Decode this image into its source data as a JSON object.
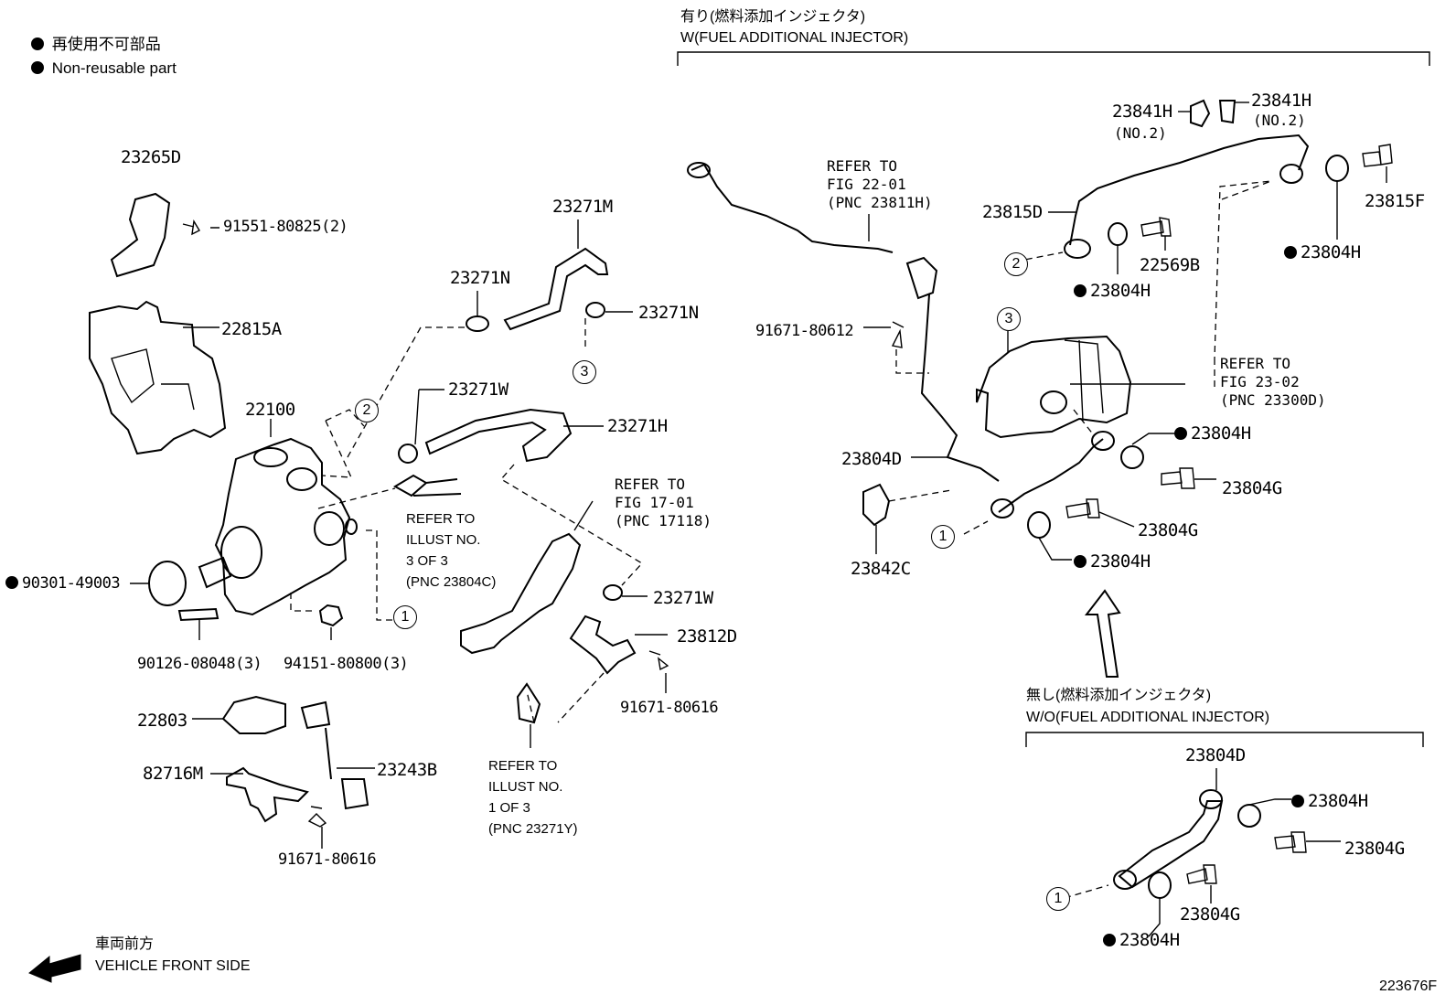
{
  "legend": {
    "jp": "再使用不可部品",
    "en": "Non-reusable part"
  },
  "with_injector": {
    "jp": "有り(燃料添加インジェクタ)",
    "en": "W(FUEL ADDITIONAL INJECTOR)"
  },
  "without_injector": {
    "jp": "無し(燃料添加インジェクタ)",
    "en": "W/O(FUEL ADDITIONAL INJECTOR)"
  },
  "front": {
    "jp": "車両前方",
    "en": "VEHICLE FRONT SIDE"
  },
  "figure_id": "223676F",
  "parts": {
    "p23265D": "23265D",
    "p91551": "91551-80825(2)",
    "p22815A": "22815A",
    "p22100": "22100",
    "p90301": "90301-49003",
    "p90126": "90126-08048(3)",
    "p94151": "94151-80800(3)",
    "p22803": "22803",
    "p82716M": "82716M",
    "p23243B": "23243B",
    "p91671_a": "91671-80616",
    "p23271M": "23271M",
    "p23271N_a": "23271N",
    "p23271N_b": "23271N",
    "p23271W_a": "23271W",
    "p23271H": "23271H",
    "p23271W_b": "23271W",
    "p23812D": "23812D",
    "p91671_b": "91671-80616",
    "p91671_c": "91671-80612",
    "p23804D_a": "23804D",
    "p23842C": "23842C",
    "p23841H_a": "23841H",
    "p23841H_b": "23841H",
    "no2_a": "(NO.2)",
    "no2_b": "(NO.2)",
    "p23815D": "23815D",
    "p23815F": "23815F",
    "p22569B": "22569B",
    "p23804H_a": "23804H",
    "p23804H_b": "23804H",
    "p23804H_c": "23804H",
    "p23804H_d": "23804H",
    "p23804G_a": "23804G",
    "p23804G_b": "23804G",
    "p23804D_b": "23804D",
    "p23804H_e": "23804H",
    "p23804G_c": "23804G",
    "p23804G_d": "23804G",
    "p23804H_f": "23804H"
  },
  "refs": {
    "r1": "REFER TO\nFIG 22-01\n(PNC 23811H)",
    "r2": "REFER TO\nFIG 23-02\n(PNC 23300D)",
    "r3": "REFER TO\nFIG 17-01\n(PNC 17118)",
    "r4": "REFER TO\nILLUST NO.\n3 OF 3\n(PNC 23804C)",
    "r5": "REFER TO\nILLUST NO.\n1 OF 3\n(PNC 23271Y)"
  },
  "callouts": {
    "c1": "1",
    "c2": "2",
    "c3": "3"
  }
}
